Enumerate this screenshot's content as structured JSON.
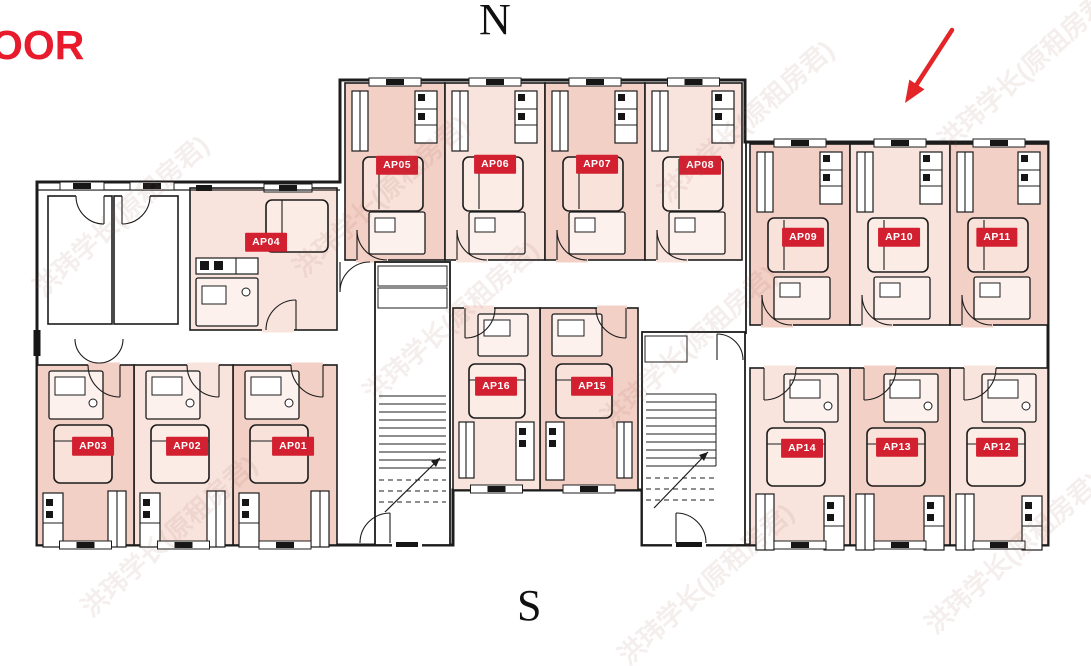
{
  "branding": {
    "partial_text": "OOR"
  },
  "compass": {
    "north": "N",
    "south": "S"
  },
  "units": [
    {
      "id": "AP01"
    },
    {
      "id": "AP02"
    },
    {
      "id": "AP03"
    },
    {
      "id": "AP04"
    },
    {
      "id": "AP05"
    },
    {
      "id": "AP06"
    },
    {
      "id": "AP07"
    },
    {
      "id": "AP08"
    },
    {
      "id": "AP09"
    },
    {
      "id": "AP10"
    },
    {
      "id": "AP11"
    },
    {
      "id": "AP12"
    },
    {
      "id": "AP13"
    },
    {
      "id": "AP14"
    },
    {
      "id": "AP15"
    },
    {
      "id": "AP16"
    }
  ],
  "watermark": {
    "text": "洪玮学长(原租房君)"
  },
  "annotation": {
    "arrow_color": "#e32528",
    "arrow_direction": "down-left"
  },
  "colors": {
    "badge_red": "#d32030",
    "brand_red": "#e81b2d",
    "wall": "#1c1c1c",
    "unit_fill_dark": "#f3d0c6",
    "unit_fill_light": "#f9e4dd"
  }
}
